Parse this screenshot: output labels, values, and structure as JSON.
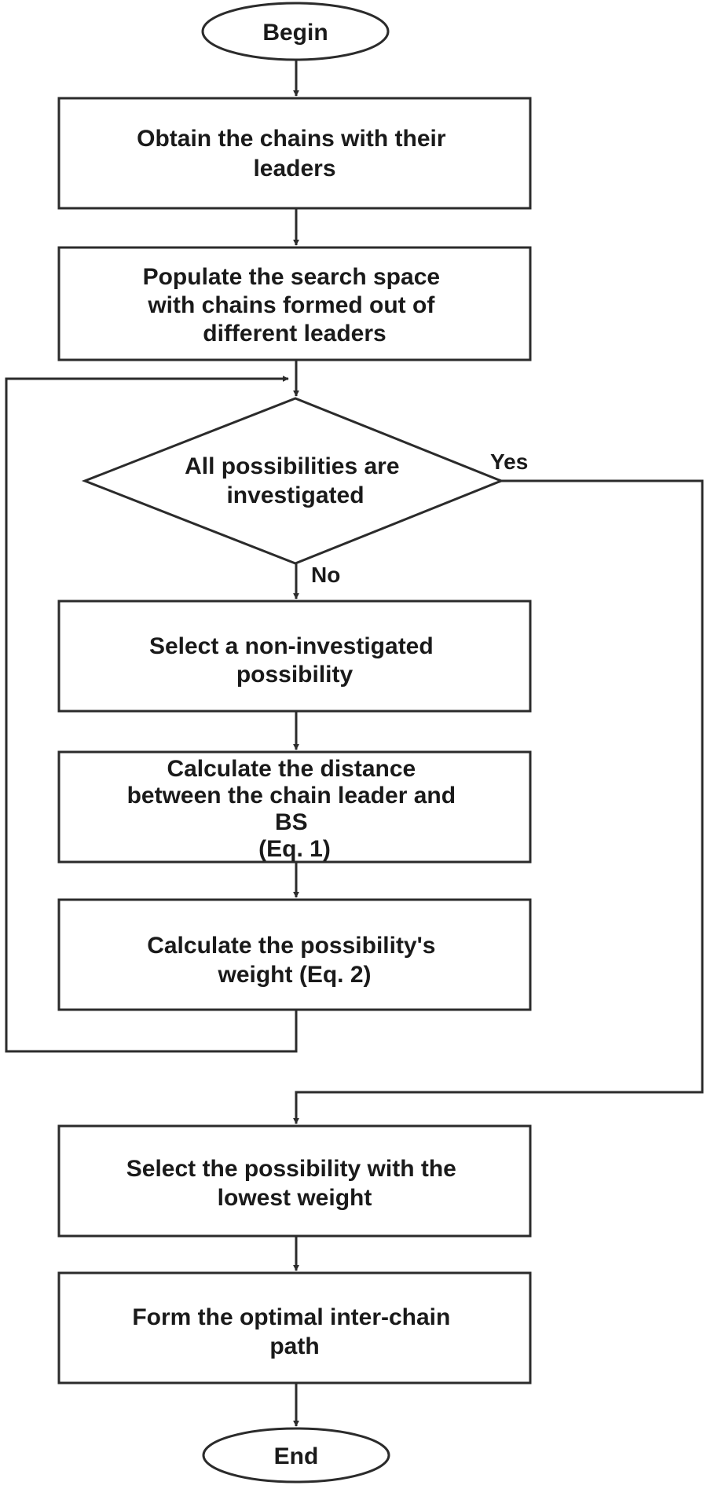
{
  "terminals": {
    "begin": "Begin",
    "end": "End"
  },
  "steps": {
    "obtain": [
      "Obtain the chains with their",
      "leaders"
    ],
    "populate": [
      "Populate the search space",
      "with chains formed out of",
      "different leaders"
    ],
    "select_non": [
      "Select a non-investigated",
      "possibility"
    ],
    "calc_distance": [
      "Calculate the distance",
      "between the chain leader and",
      "BS",
      "(Eq. 1)"
    ],
    "calc_weight": [
      "Calculate the possibility's",
      "weight (Eq. 2)"
    ],
    "select_lowest": [
      "Select the possibility with the",
      "lowest weight"
    ],
    "form_path": [
      "Form the optimal inter-chain",
      "path"
    ]
  },
  "decision": {
    "text": [
      "All possibilities are",
      "investigated"
    ],
    "yes_label": "Yes",
    "no_label": "No"
  }
}
